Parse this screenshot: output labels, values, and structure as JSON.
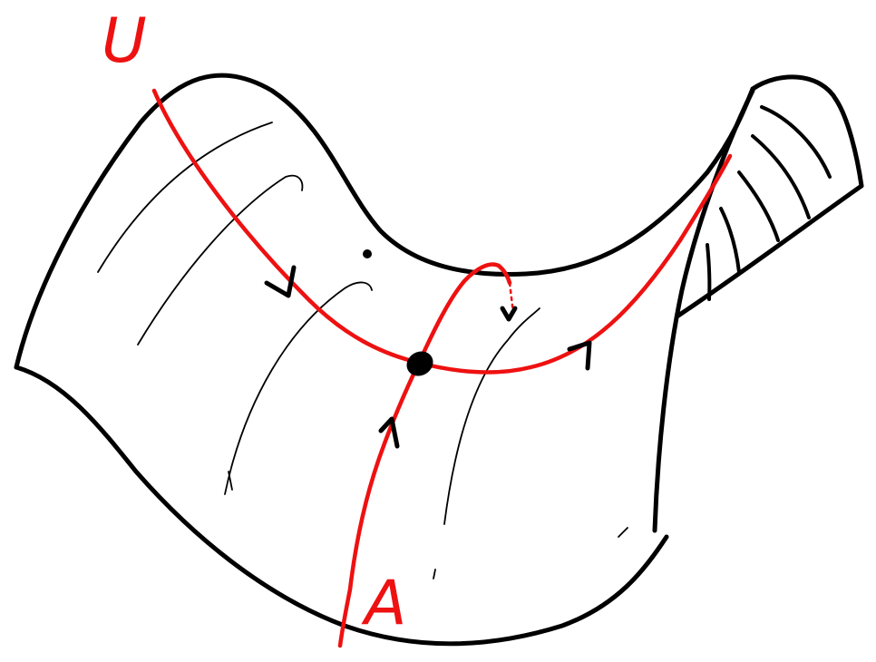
{
  "diagram": {
    "labels": {
      "unstable_curve": "U",
      "stable_curve": "A"
    },
    "colors": {
      "surface_outline": "#000000",
      "hatching": "#000000",
      "curves": "#ee1111",
      "background": "#ffffff"
    },
    "elements": {
      "surface": "saddle-surface",
      "critical_point": "saddle-point",
      "arrow_marks": [
        "arrow-u-left",
        "arrow-u-right",
        "arrow-a-lower",
        "arrow-a-upper"
      ]
    }
  }
}
